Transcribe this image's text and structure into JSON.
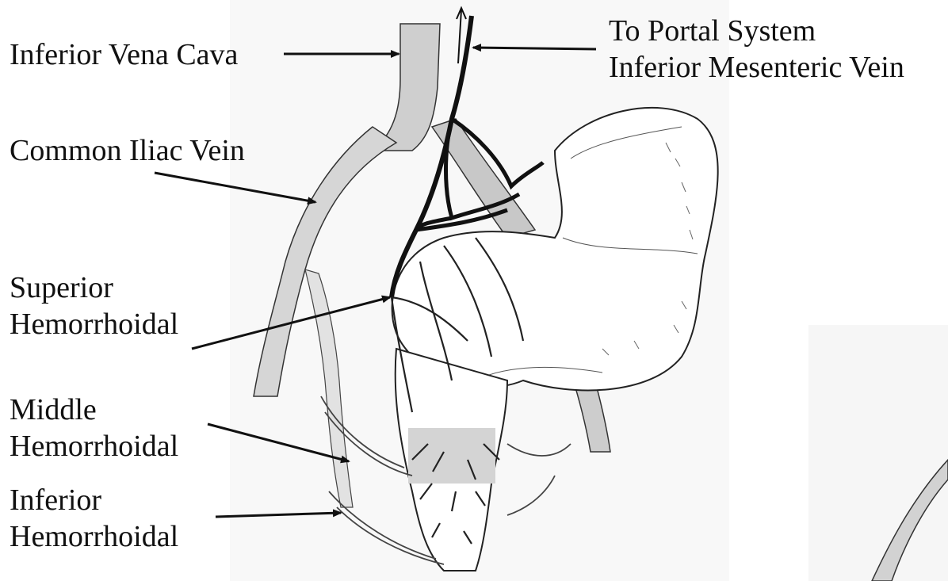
{
  "labels": {
    "inferior_vena_cava": "Inferior Vena Cava",
    "portal_line1": "To Portal System",
    "portal_line2": "Inferior Mesenteric Vein",
    "common_iliac": "Common Iliac Vein",
    "superior_line1": "Superior",
    "superior_line2": "Hemorrhoidal",
    "middle_line1": "Middle",
    "middle_line2": "Hemorrhoidal",
    "inferior_line1": "Inferior",
    "inferior_line2": "Hemorrhoidal"
  },
  "colors": {
    "background": "#ffffff",
    "vein_shading": "#cfcfcf",
    "ink": "#111111"
  }
}
